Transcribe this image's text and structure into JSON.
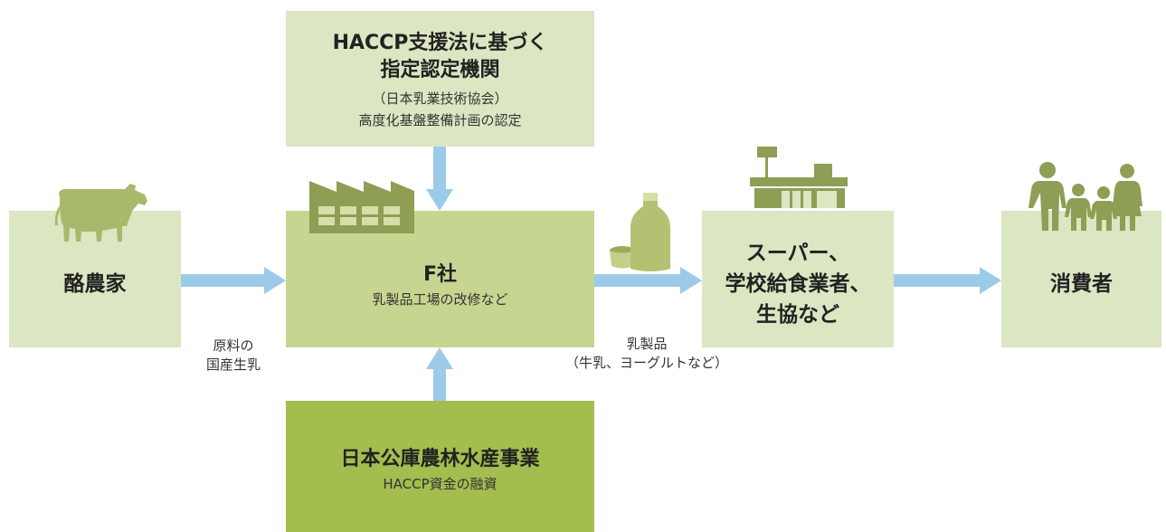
{
  "boxes": {
    "haccp": {
      "title_line1": "HACCP支援法に基づく",
      "title_line2": "指定認定機関",
      "sub_line1": "（日本乳業技術協会）",
      "sub_line2": "高度化基盤整備計画の認定"
    },
    "farm": {
      "title": "酪農家"
    },
    "company": {
      "title": "F社",
      "sub": "乳製品工場の改修など"
    },
    "store": {
      "line1": "スーパー、",
      "line2": "学校給食業者、",
      "line3": "生協など"
    },
    "consumer": {
      "title": "消費者"
    },
    "jfc": {
      "title": "日本公庫農林水産事業",
      "sub": "HACCP資金の融資"
    }
  },
  "labels": {
    "raw_line1": "原料の",
    "raw_line2": "国産生乳",
    "products_line1": "乳製品",
    "products_line2": "（牛乳、ヨーグルトなど）"
  },
  "icons": [
    "cow-icon",
    "factory-icon",
    "milk-bottle-icon",
    "yogurt-cup-icon",
    "store-icon",
    "family-icon"
  ],
  "colors": {
    "box_light": "#dbe6c2",
    "box_mid": "#c6d690",
    "box_dark": "#a4bd4f",
    "arrow": "#9ccbea",
    "icon_dark": "#8e9e55",
    "icon_on_box": "#a9b96c"
  }
}
